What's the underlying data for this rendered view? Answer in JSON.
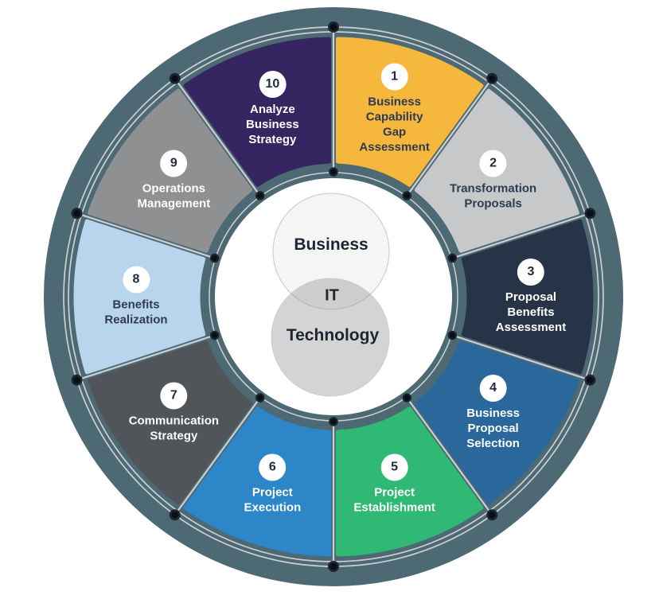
{
  "background": "#FFFFFF",
  "colors": {
    "disk": "#4D6973",
    "ring_line": "#CDD0D3",
    "dot_core": "#0A0F14",
    "dot_halo": "#1C2630",
    "center_fill": "#FFFFFF",
    "venn_top_fill": "#F4F4F3",
    "venn_bottom_fill": "#9FA0A1",
    "venn_stroke": "#C7C7C7",
    "dark_text": "#2E3B51",
    "light_text": "#FFFFFF",
    "badge_text": "#1F2B3D"
  },
  "center": {
    "top": "Business",
    "middle": "IT",
    "bottom": "Technology"
  },
  "segments": [
    {
      "number": "1",
      "lines": [
        "Business",
        "Capability",
        "Gap",
        "Assessment"
      ],
      "color": "#F6B83C",
      "text": "dark"
    },
    {
      "number": "2",
      "lines": [
        "Transformation",
        "Proposals"
      ],
      "color": "#C6C8CA",
      "text": "dark"
    },
    {
      "number": "3",
      "lines": [
        "Proposal",
        "Benefits",
        "Assessment"
      ],
      "color": "#273447",
      "text": "light"
    },
    {
      "number": "4",
      "lines": [
        "Business",
        "Proposal",
        "Selection"
      ],
      "color": "#2A689B",
      "text": "light"
    },
    {
      "number": "5",
      "lines": [
        "Project",
        "Establishment"
      ],
      "color": "#30B975",
      "text": "light"
    },
    {
      "number": "6",
      "lines": [
        "Project",
        "Execution"
      ],
      "color": "#2C86C7",
      "text": "light"
    },
    {
      "number": "7",
      "lines": [
        "Communication",
        "Strategy"
      ],
      "color": "#515458",
      "text": "light"
    },
    {
      "number": "8",
      "lines": [
        "Benefits",
        "Realization"
      ],
      "color": "#B9D4ED",
      "text": "dark"
    },
    {
      "number": "9",
      "lines": [
        "Operations",
        "Management"
      ],
      "color": "#8E9092",
      "text": "light"
    },
    {
      "number": "10",
      "lines": [
        "Analyze",
        "Business",
        "Strategy"
      ],
      "color": "#352561",
      "text": "light"
    }
  ]
}
